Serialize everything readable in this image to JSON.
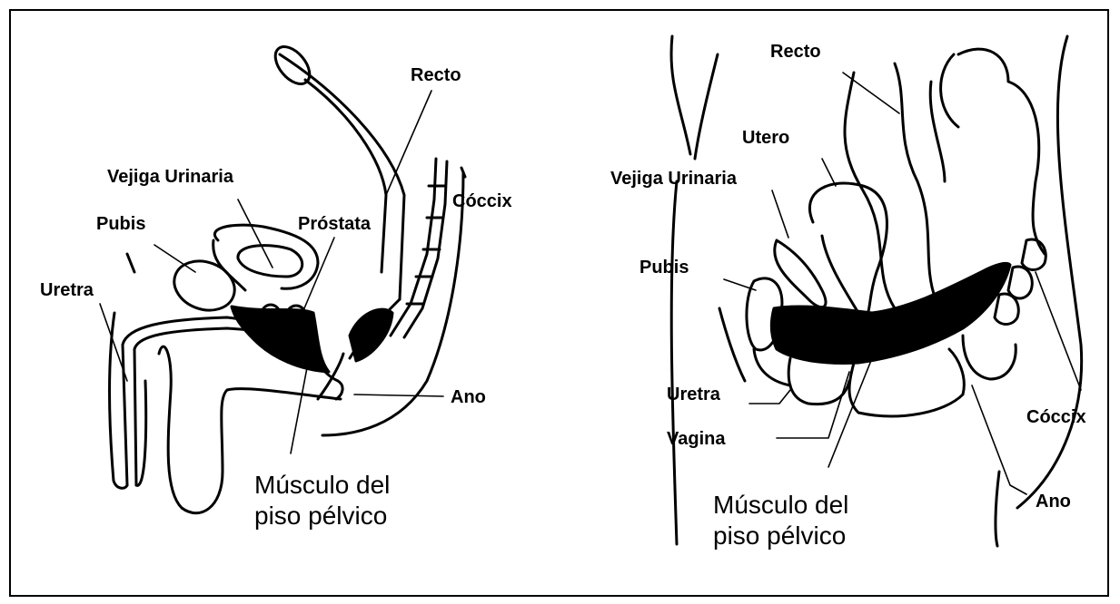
{
  "male": {
    "labels": {
      "recto": "Recto",
      "vejiga": "Vejiga Urinaria",
      "pubis": "Pubis",
      "prostata": "Próstata",
      "coccix": "Cóccix",
      "uretra": "Uretra",
      "ano": "Ano"
    },
    "musculo_line1": "Músculo del",
    "musculo_line2": "piso pélvico"
  },
  "female": {
    "labels": {
      "recto": "Recto",
      "utero": "Utero",
      "vejiga": "Vejiga Urinaria",
      "pubis": "Pubis",
      "uretra": "Uretra",
      "vagina": "Vagina",
      "coccix": "Cóccix",
      "ano": "Ano"
    },
    "musculo_line1": "Músculo del",
    "musculo_line2": "piso pélvico"
  },
  "colors": {
    "line": "#000000",
    "muscle": "#000000",
    "background": "#ffffff"
  }
}
